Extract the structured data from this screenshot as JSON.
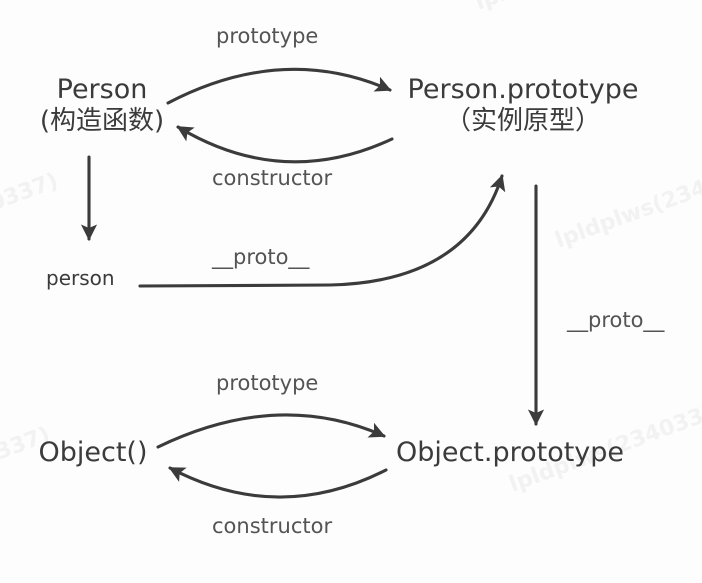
{
  "diagram": {
    "title": "JavaScript prototype chain diagram",
    "stroke_color": "#3b3b3b",
    "text_color": "#3b3b3b",
    "label_color": "#545454",
    "background_color": "#fdfdfd",
    "watermark_color": "#f2f2f2",
    "nodes": [
      {
        "id": "person-constructor",
        "main": "Person",
        "sub": "(构造函数)"
      },
      {
        "id": "person-prototype",
        "main": "Person.prototype",
        "sub": "（实例原型）"
      },
      {
        "id": "person-instance",
        "main": "person",
        "sub": ""
      },
      {
        "id": "object-constructor",
        "main": "Object()",
        "sub": ""
      },
      {
        "id": "object-prototype",
        "main": "Object.prototype",
        "sub": ""
      }
    ],
    "edges": [
      {
        "id": "person-to-prototype",
        "label": "prototype",
        "from": "person-constructor",
        "to": "person-prototype"
      },
      {
        "id": "prototype-to-person",
        "label": "constructor",
        "from": "person-prototype",
        "to": "person-constructor"
      },
      {
        "id": "person-to-instance",
        "label": "",
        "from": "person-constructor",
        "to": "person-instance"
      },
      {
        "id": "instance-to-prototype",
        "label": "__proto__",
        "from": "person-instance",
        "to": "person-prototype"
      },
      {
        "id": "personproto-to-objectproto",
        "label": "__proto__",
        "from": "person-prototype",
        "to": "object-prototype"
      },
      {
        "id": "object-to-prototype",
        "label": "prototype",
        "from": "object-constructor",
        "to": "object-prototype"
      },
      {
        "id": "objectprototype-to-object",
        "label": "constructor",
        "from": "object-prototype",
        "to": "object-constructor"
      }
    ],
    "watermarks": [
      {
        "id": "wm-1",
        "text": "0337)"
      },
      {
        "id": "wm-2",
        "text": "lpldplws(2340337)"
      },
      {
        "id": "wm-3",
        "text": "0337)"
      },
      {
        "id": "wm-4",
        "text": "lpldplws(2340337)"
      },
      {
        "id": "wm-5",
        "text": "lpldp"
      }
    ]
  }
}
